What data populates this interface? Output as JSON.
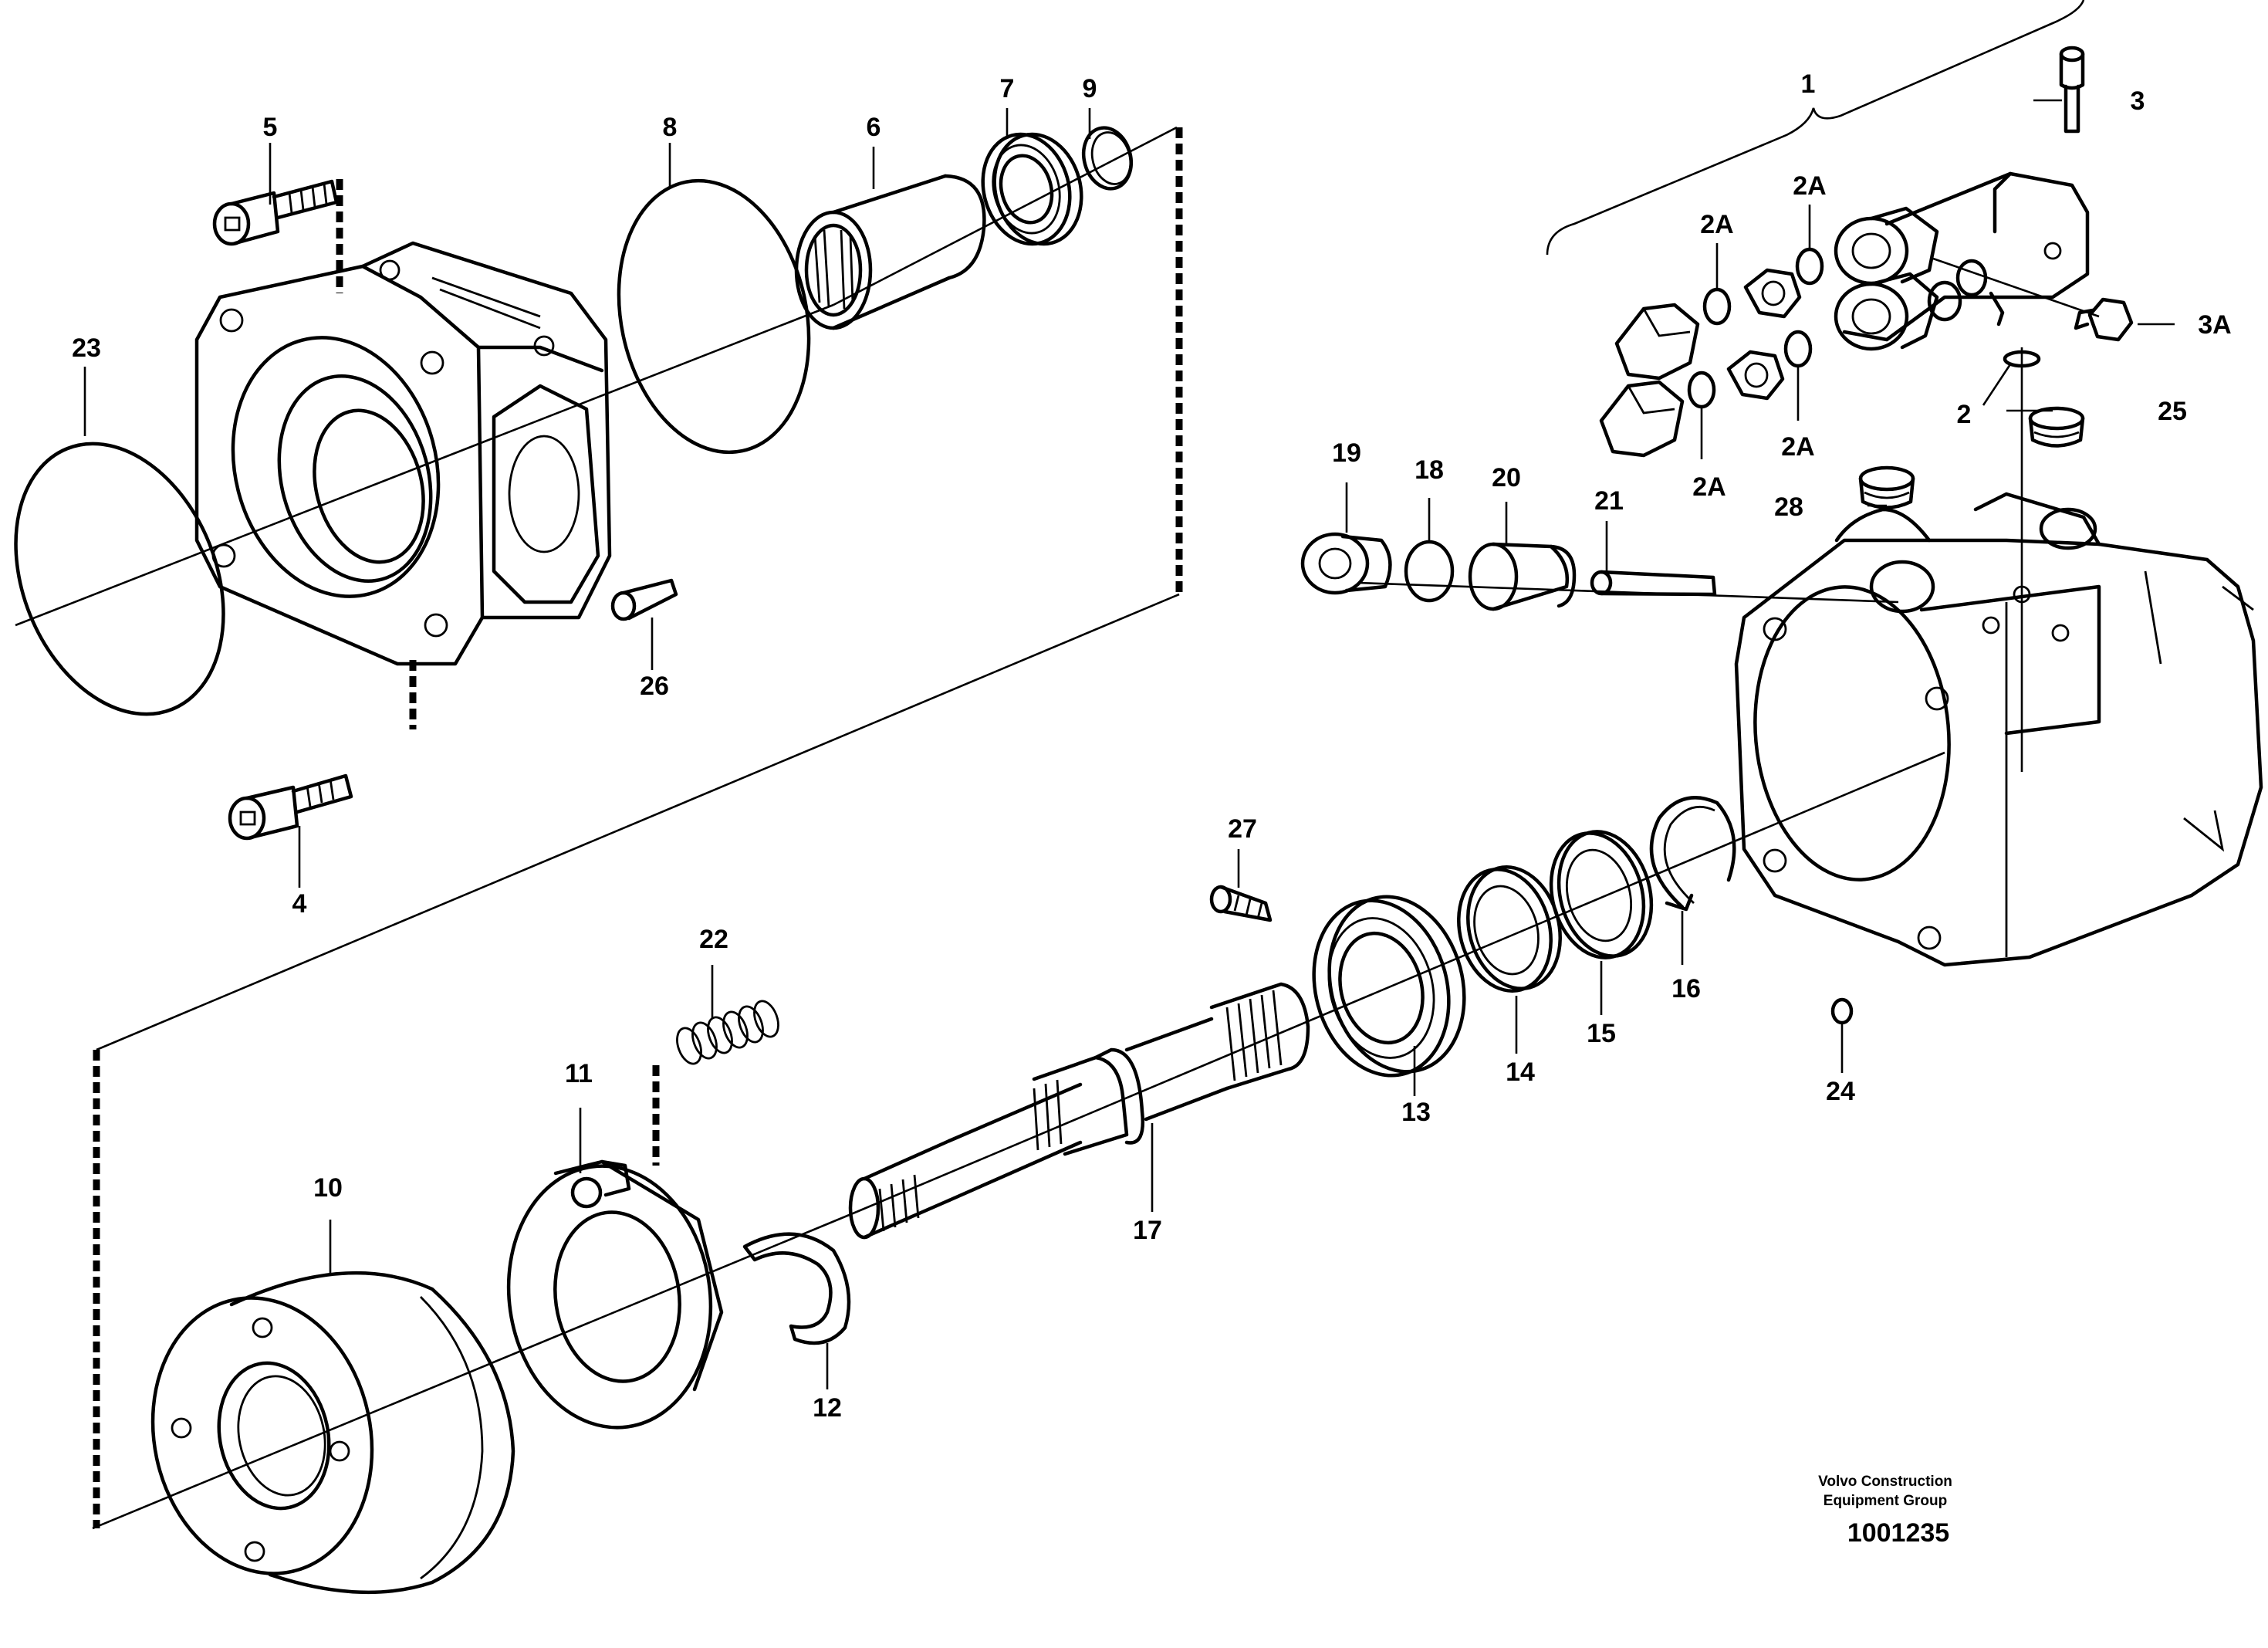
{
  "diagram": {
    "part_labels": {
      "p1": "1",
      "p2": "2",
      "p2a_1": "2A",
      "p2a_2": "2A",
      "p2a_3": "2A",
      "p2a_4": "2A",
      "p3": "3",
      "p3a": "3A",
      "p4": "4",
      "p5": "5",
      "p6": "6",
      "p7": "7",
      "p8": "8",
      "p9": "9",
      "p10": "10",
      "p11": "11",
      "p12": "12",
      "p13": "13",
      "p14": "14",
      "p15": "15",
      "p16": "16",
      "p17": "17",
      "p18": "18",
      "p19": "19",
      "p20": "20",
      "p21": "21",
      "p22": "22",
      "p23": "23",
      "p24": "24",
      "p25": "25",
      "p26": "26",
      "p27": "27",
      "p28": "28"
    },
    "credit_line1": "Volvo Construction",
    "credit_line2": "Equipment Group",
    "document_number": "1001235"
  }
}
